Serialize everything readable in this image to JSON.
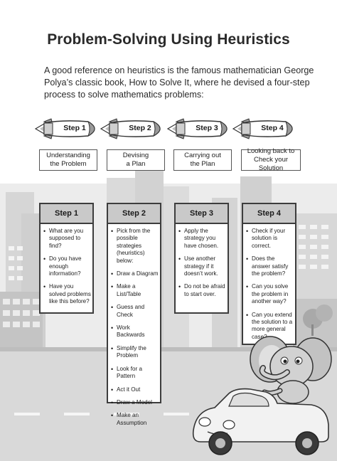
{
  "title": "Problem-Solving Using Heuristics",
  "intro": "A good reference on heuristics is the famous mathematician George Polya’s classic book, How to Solve It, where he devised a four-step process to solve mathematics problems:",
  "rockets": [
    {
      "label": "Step 1"
    },
    {
      "label": "Step 2"
    },
    {
      "label": "Step 3"
    },
    {
      "label": "Step 4"
    }
  ],
  "phases": [
    {
      "line1": "Understanding",
      "line2": "the Problem"
    },
    {
      "line1": "Devising",
      "line2": "a Plan"
    },
    {
      "line1": "Carrying out",
      "line2": "the Plan"
    },
    {
      "line1": "Looking back to",
      "line2": "Check your Solution"
    }
  ],
  "columns": [
    {
      "heading": "Step 1",
      "items": [
        "What are you supposed to find?",
        "Do you have enough information?",
        "Have you solved problems like this before?"
      ]
    },
    {
      "heading": "Step 2",
      "items": [
        "Pick from the possible strategies (heuristics) below:",
        "Draw a Diagram",
        "Make a List/Table",
        "Guess and Check",
        "Work Backwards",
        "Simplify the Problem",
        "Look for a Pattern",
        "Act it Out",
        "Draw a Model",
        "Make an Assumption"
      ]
    },
    {
      "heading": "Step 3",
      "items": [
        "Apply the strategy you have chosen.",
        "Use another strategy if it doesn’t work.",
        "Do not be afraid to start over."
      ]
    },
    {
      "heading": "Step 4",
      "items": [
        "Check if your solution is correct.",
        "Does the answer satisfy the problem?",
        "Can you solve the problem in another way?",
        "Can you extend the solution to a more general case?"
      ]
    }
  ]
}
